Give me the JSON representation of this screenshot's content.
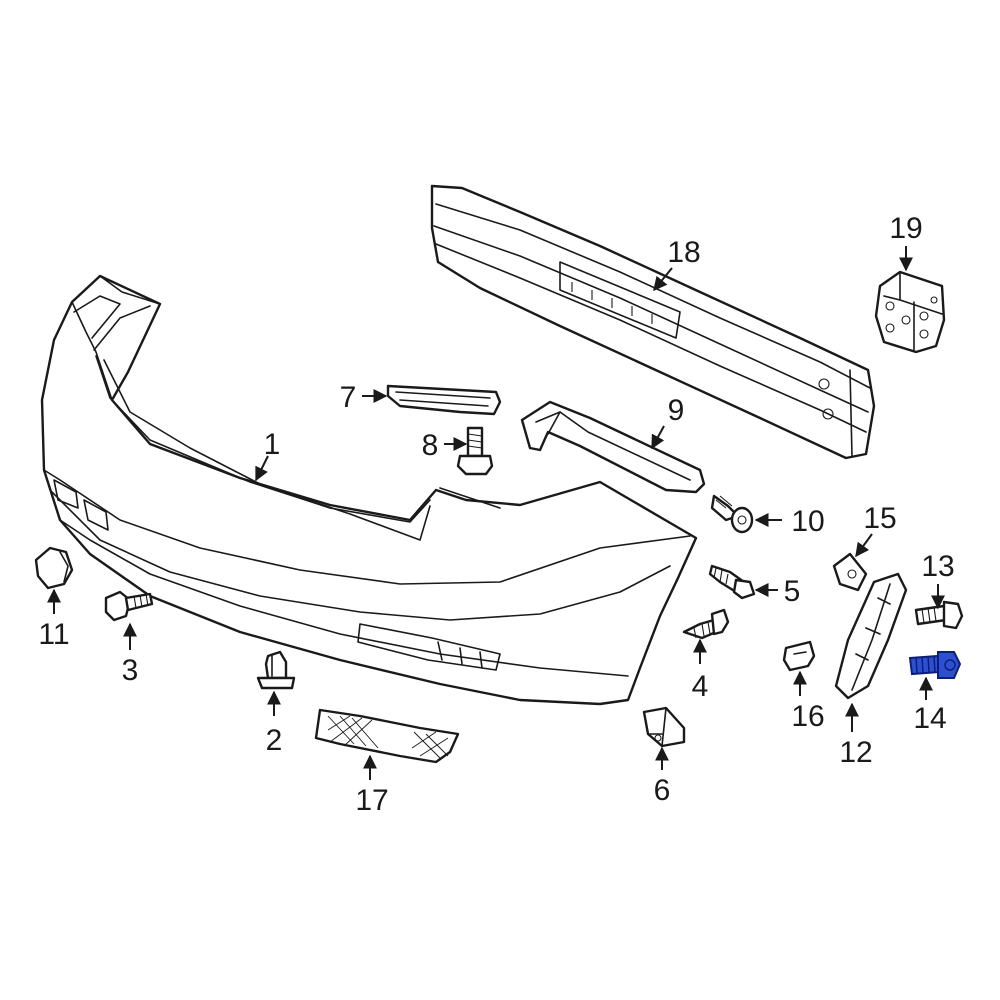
{
  "callouts": {
    "c1": "1",
    "c2": "2",
    "c3": "3",
    "c4": "4",
    "c5": "5",
    "c6": "6",
    "c7": "7",
    "c8": "8",
    "c9": "9",
    "c10": "10",
    "c11": "11",
    "c12": "12",
    "c13": "13",
    "c14": "14",
    "c15": "15",
    "c16": "16",
    "c17": "17",
    "c18": "18",
    "c19": "19"
  },
  "highlighted_part": "14",
  "colors": {
    "line": "#1a1a1a",
    "highlight": "#2d4fd1",
    "highlight_edge": "#0c1f78",
    "background": "#ffffff"
  }
}
